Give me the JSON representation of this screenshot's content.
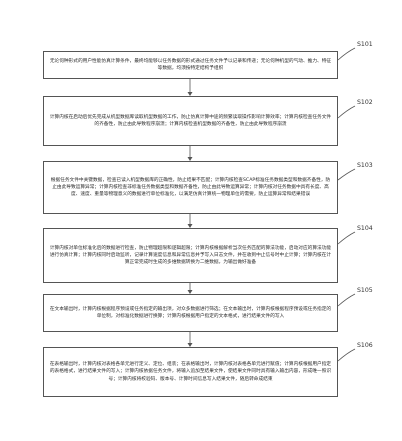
{
  "steps": [
    {
      "id": "S101",
      "text": "无论何种形式的用户性能仿真计算条件，最终均能够以任务数据的形式通过任务文件予以记录和传递；无论何种机型的气动、推力、特征等数据，均须按特定结构予组织"
    },
    {
      "id": "S102",
      "text": "计算内核在启动后优先完成从机型数据库读取机型数据的工作，防止仿真计算中途的频繁读取操作影响计算效率；计算内核检查任务文件的齐备性，防止由此导致程序崩溃；计算内核检查机型数据的齐备性，防止由此导致程序崩溃"
    },
    {
      "id": "S103",
      "text": "根据任务文件中关键数据，检查已读入机型数据库的正确性，防止结果不匹配；计算内核检查SCAP标准任务数据类型和数据齐备性，防止由此导致运算异常；计算内核检查非标准任务数据类型和数据齐备性，防止由此导致运算异常；计算内核对任务数据中具有长度、高度、速度、重量等物理意义的数据进行单位标准化，以满足仿真计算统一物理单位的需要，防止运算异常和结果错误"
    },
    {
      "id": "S104",
      "text": "计算内核对单位标准化后的数据进行检查，防止物理超限和逻辑超限；计算内核根据解析当次任务匹配的算法功能，启动对应的算法功能进行仿真计算；计算内核同时启动监听，记录计算速度信息和异常信息并予写入日志文件，并在收到中止信号时中止计算；计算内核在计算正常完成时生成的多维数据转换为二维数据，为输出做好准备"
    },
    {
      "id": "S105",
      "text": "在文本输出时，计算内核根据程序预设或任务指定的输出项，对众多数据进行筛选；在文本输出时，计算内核根据程序预设或任务指定的单位制，对标准化数据进行换算；计算内核根据用户指定的文本格式，进行结果文件的写入"
    },
    {
      "id": "S106",
      "text": "在表格输出时，计算内核对表格各单元进行定义、定位、组装；在表格输出时，计算内核对表格各单元进行赋值；计算内核根据用户指定的表格格式，进行结果文件的写入；计算内核依据任务文件，将输入追加至结果文件，使结果文件同时具有输入输出内容，形成唯一照识号；计算内核将校验码、版本号、计算时间信息写入结果文件，随后转命成结束"
    }
  ]
}
